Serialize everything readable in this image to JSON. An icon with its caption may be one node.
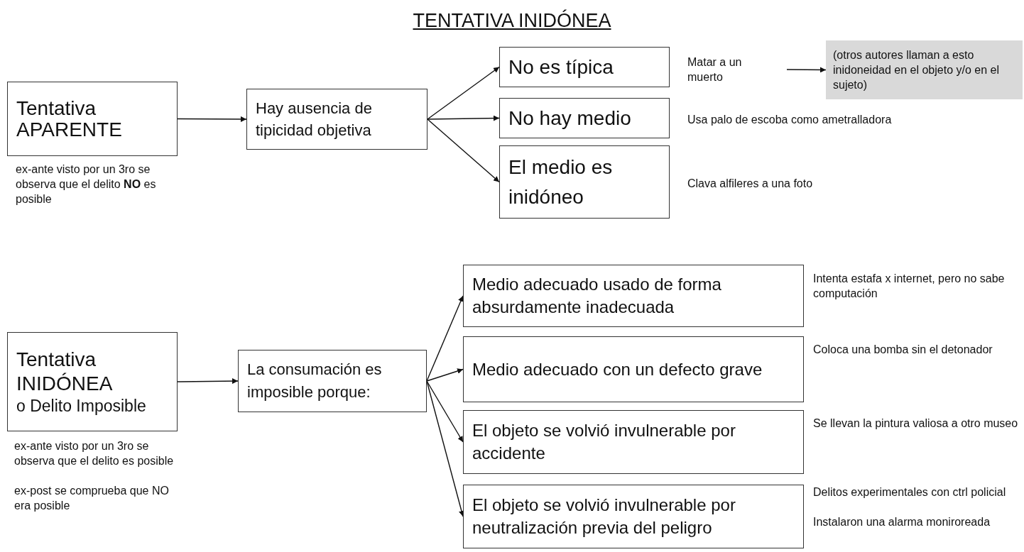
{
  "diagram": {
    "title": "TENTATIVA INIDÓNEA",
    "nodes": [
      {
        "text": [
          "Tentativa APARENTE"
        ],
        "beside": [
          "ex-ante visto por un 3ro se observa que el delito **NO** es posible"
        ]
      },
      {
        "text": [
          "Hay ausencia de tipicidad objetiva"
        ]
      },
      {
        "text": [
          "No es típica"
        ]
      },
      {
        "text": [
          "Matar a un muerto"
        ]
      },
      {
        "text": [
          "(otros autores llaman a esto inidoneidad en el objeto y/o en el sujeto)"
        ]
      },
      {
        "text": [
          "No hay medio"
        ],
        "beside": [
          "Usa palo de escoba como ametralladora"
        ]
      },
      {
        "text": [
          "El medio es inidóneo"
        ],
        "beside": [
          "Clava alfileres a una foto"
        ]
      },
      {
        "text": [
          "Tentativa INIDÓNEA",
          "o Delito Imposible"
        ],
        "beside": [
          "ex-ante visto por un 3ro se observa que el delito es posible",
          "ex-post se comprueba que NO era posible"
        ]
      },
      {
        "text": [
          "La consumación es imposible porque:"
        ]
      },
      {
        "text": [
          "Medio adecuado usado de forma absurdamente inadecuada"
        ],
        "beside": [
          "Intenta estafa x internet, pero no sabe computación"
        ]
      },
      {
        "text": [
          "Medio adecuado con un defecto grave"
        ],
        "beside": [
          "Coloca una bomba sin el detonador"
        ]
      },
      {
        "text": [
          "El objeto se volvió invulnerable por accidente"
        ],
        "beside": [
          "Se llevan la pintura valiosa a otro museo"
        ]
      },
      {
        "text": [
          "El objeto se volvió invulnerable por neutralización previa del peligro"
        ],
        "beside": [
          "Delitos experimentales con ctrl policial",
          "Instalaron una alarma moniroreada"
        ]
      }
    ],
    "edges": [
      {
        "from": 0,
        "to": 1,
        "arrow": "to"
      },
      {
        "from": 1,
        "to": 2,
        "arrow": "to"
      },
      {
        "from": 1,
        "to": 5,
        "arrow": "to"
      },
      {
        "from": 1,
        "to": 6,
        "arrow": "to"
      },
      {
        "from": 3,
        "to": 4,
        "arrow": "to"
      },
      {
        "from": 7,
        "to": 8,
        "arrow": "to"
      },
      {
        "from": 8,
        "to": 9,
        "arrow": "to"
      },
      {
        "from": 8,
        "to": 10,
        "arrow": "to"
      },
      {
        "from": 8,
        "to": 11,
        "arrow": "to"
      },
      {
        "from": 8,
        "to": 12,
        "arrow": "to"
      }
    ]
  }
}
